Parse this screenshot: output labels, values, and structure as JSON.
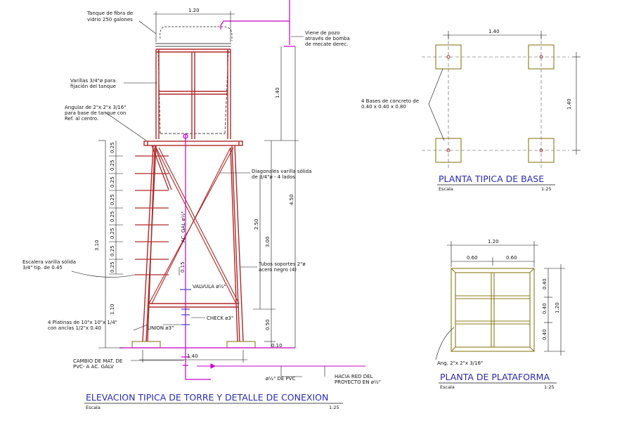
{
  "colors": {
    "structure": "#b02828",
    "dimension": "#111111",
    "title": "#2a2ab8",
    "blue": "#1a1ad0",
    "magenta": "#c800c8",
    "concrete": "#8c7a1a",
    "tank": "#444444",
    "background": "#ffffff"
  },
  "elevation": {
    "title": "ELEVACION TIPICA DE TORRE Y DETALLE DE CONEXION",
    "scale_label": "Escala",
    "scale_value": "1:25",
    "notes": {
      "tank_1": "Tanque de fibra de",
      "tank_2": "vidrio 250 galones",
      "pump_1": "Viene de pozo",
      "pump_2": "através de bomba",
      "pump_3": "de mecate derec.",
      "rods_1": "Varillas 3/4\"ø para",
      "rods_2": "fijación del tanque",
      "angle_1": "Angular de 2\"x 2\"x 3/16\"",
      "angle_2": "para base de tanque con",
      "angle_3": "Ref. al centro.",
      "diag_1": "Diagonales varilla sólida",
      "diag_2": "de 3/4\"ø - 4 lados",
      "ladder_1": "Escalera varilla sólida",
      "ladder_2": "3/4\" tip. de 0.45",
      "tubes_1": "Tubos soportes 2\"ø",
      "tubes_2": "acero negro (4)",
      "valve": "VALVULA ø½\"",
      "pipe": "AC. GAL ø½\"",
      "union": "UNION ø3\"",
      "check": "CHECK ø3\"",
      "plates_1": "4 Platinas de 10\"x 10\"x 1/4\"",
      "plates_2": "con anclas 1/2\"x 0.40",
      "change_1": "CAMBIO DE MAT. DE",
      "change_2": "PVC- A AC. GALV",
      "pvc": "ø½\" DE PVC",
      "network_1": "HACIA RED DEL",
      "network_2": "PROYECTO EN ø½\""
    },
    "dims": {
      "top_width": "1.20",
      "bottom_width": "1.40",
      "tank_height": "1.40",
      "total_height": "4.50",
      "tower_height": "3.00",
      "diag_height": "2.50",
      "ladder_height": "3.10",
      "step": "0.25",
      "base_h": "1.10",
      "lower_h": "0.50",
      "plate_h": "0.10",
      "small": "0.15"
    }
  },
  "base_plan": {
    "title": "PLANTA TIPICA DE BASE",
    "scale_label": "Escala",
    "scale_value": "1:25",
    "note_1": "4 Bases de concreto de",
    "note_2": "0.40 x 0.40 x 0.80",
    "dim_width": "1.40",
    "dim_height": "1.40"
  },
  "platform_plan": {
    "title": "PLANTA DE PLATAFORMA",
    "scale_label": "Escala",
    "scale_value": "1:25",
    "note": "Ang. 2\"x 2\"x 3/16\"",
    "dim_total": "1.20",
    "dim_left": "0.60",
    "dim_right": "0.60",
    "dim_h_total": "1.20",
    "dim_row_1": "0.40",
    "dim_row_2": "0.40",
    "dim_row_3": "0.40"
  }
}
